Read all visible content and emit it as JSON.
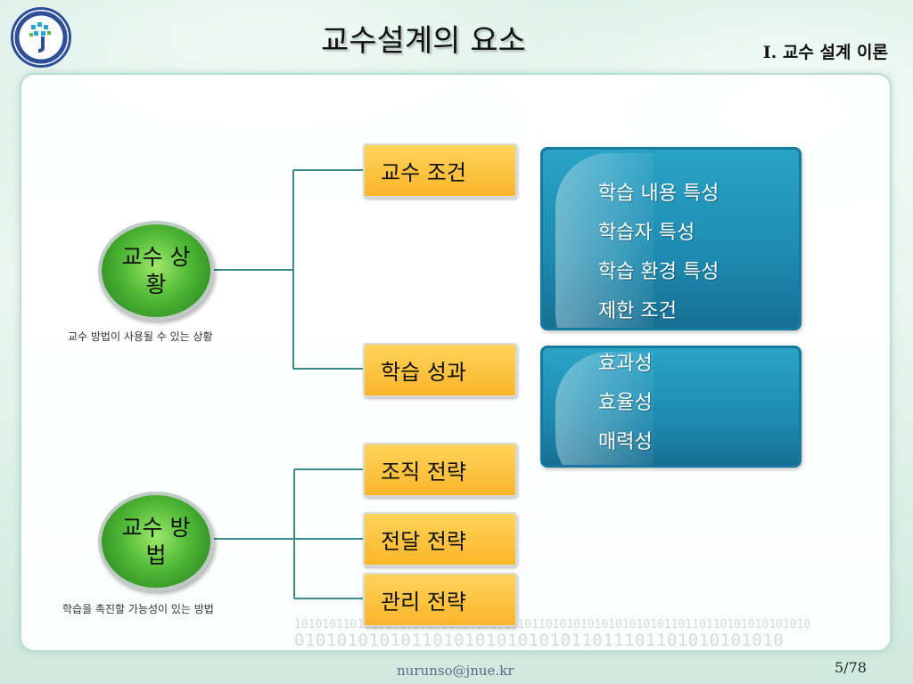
{
  "slide": {
    "title": "교수설계의 요소",
    "section": "I. 교수 설계 이론",
    "footer_email": "nurunso@jnue.kr",
    "page_number": "5/78"
  },
  "situation": {
    "circle_label": "교수 상황",
    "caption": "교수 방법이 사용될 수 있는 상황",
    "branches": [
      {
        "label": "교수 조건",
        "details": [
          "학습 내용 특성",
          "학습자 특성",
          "학습 환경 특성",
          "제한 조건"
        ]
      },
      {
        "label": "학습 성과",
        "details": [
          "효과성",
          "효율성",
          "매력성"
        ]
      }
    ]
  },
  "method": {
    "circle_label": "교수 방법",
    "caption": "학습을 촉진할 가능성이 있는 방법",
    "branches": [
      {
        "label": "조직 전략"
      },
      {
        "label": "전달 전략"
      },
      {
        "label": "관리 전략"
      }
    ]
  },
  "background": {
    "binary_row1": "10101011010101010101011010101010101101010101010101010110110110101010101010",
    "binary_row2": "0101010101011010101010101011011101101010101010"
  },
  "colors": {
    "connector": "#3b8a8e",
    "orange_box": "#fbb52a",
    "teal_box": "#1d8bb0",
    "circle_green": "#4fb936"
  },
  "icons": {
    "logo": "university-emblem"
  }
}
